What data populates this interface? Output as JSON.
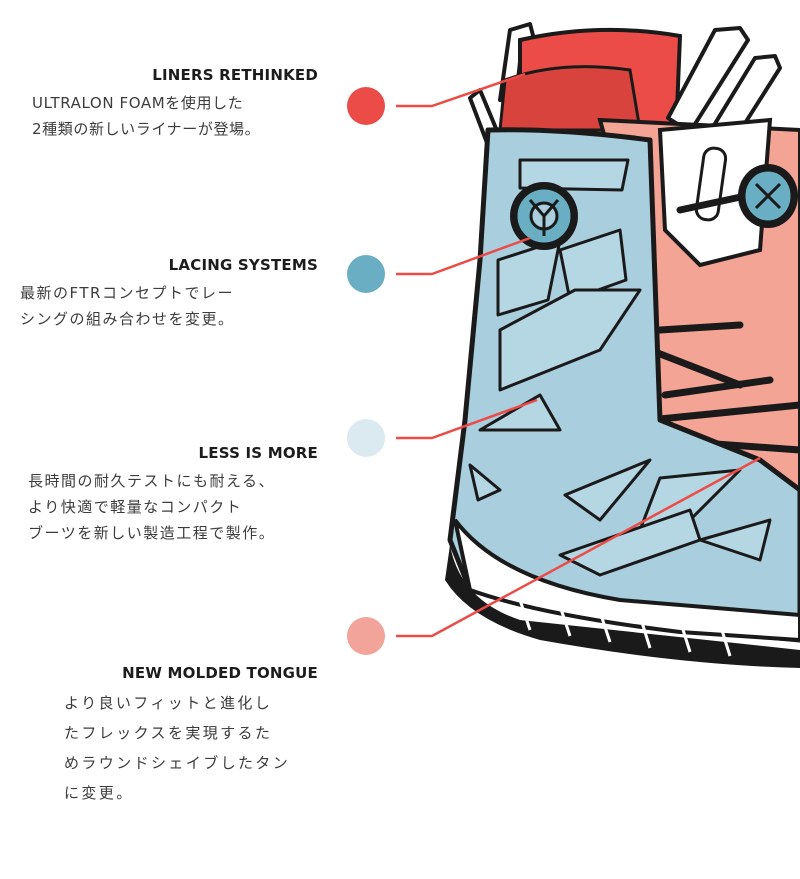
{
  "features": [
    {
      "title": "LINERS RETHINKED",
      "body": "ULTRALON FOAMを使用した\n2種類の新しいライナーが登場。",
      "color": "#ec4c47"
    },
    {
      "title": "LACING SYSTEMS",
      "body": "最新のFTRコンセプトでレー\nシングの組み合わせを変更。",
      "color": "#6aaec4"
    },
    {
      "title": "LESS IS MORE",
      "body": "長時間の耐久テストにも耐える、\nより快適で軽量なコンパクト\nブーツを新しい製造工程で製作。",
      "color": "#dbeaf0"
    },
    {
      "title": "NEW MOLDED TONGUE",
      "body": "より良いフィットと進化し\nたフレックスを実現するた\nめラウンドシェイブしたタン\nに変更。",
      "color": "#f2a49b"
    }
  ],
  "palette": {
    "red": "#ec4c47",
    "teal": "#6aaec4",
    "light_blue": "#a9cede",
    "salmon": "#f4a494",
    "outline": "#1a1a1a"
  }
}
